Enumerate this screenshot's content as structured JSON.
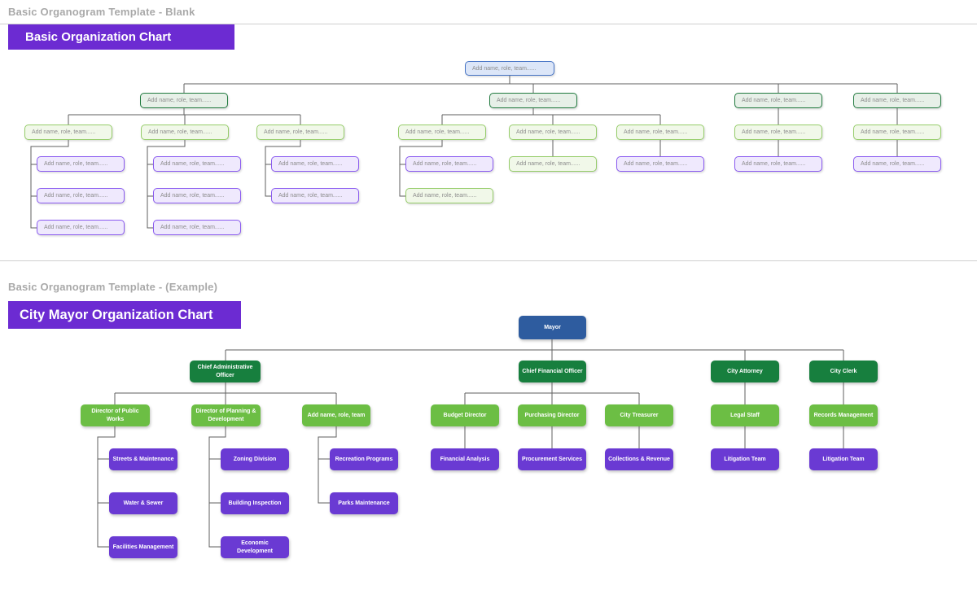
{
  "colors": {
    "banner-purple": "#6c2bd2",
    "title-gray": "#a9a9a9",
    "line-gray": "#cfcfcf",
    "connector": "#5f5f5f",
    "placeholder-text": "#8c8c8c",
    "node-blue-fill": "#dce6f8",
    "node-blue-border": "#4472c4",
    "node-dgreen-fill": "#e7f0e8",
    "node-dgreen-border": "#217a3f",
    "node-lgreen-fill": "#f1f8e9",
    "node-lgreen-border": "#95cc69",
    "node-lpurple-fill": "#efe9fd",
    "node-lpurple-border": "#8a5af0",
    "solid-blue": "#2e5c9f",
    "solid-dgreen": "#177f3e",
    "solid-green": "#6cbe44",
    "solid-purple": "#6a3ad3"
  },
  "blank_section": {
    "title": "Basic Organogram Template - Blank",
    "banner": "Basic Organization Chart",
    "placeholder": "Add name, role, team......"
  },
  "example_section": {
    "title": "Basic Organogram Template - (Example)",
    "banner": "City Mayor Organization Chart",
    "nodes": {
      "mayor": "Mayor",
      "cao": "Chief Administrative Officer",
      "cfo": "Chief Financial Officer",
      "attorney": "City Attorney",
      "clerk": "City Clerk",
      "dpw": "Director of Public Works",
      "dpd": "Director of Planning & Development",
      "add_placeholder": "Add name, role, team",
      "budget": "Budget Director",
      "purchasing": "Purchasing Director",
      "treasurer": "City Treasurer",
      "legal": "Legal Staff",
      "records": "Records Management",
      "streets": "Streets & Maintenance",
      "water": "Water & Sewer",
      "facilities": "Facilities Management",
      "zoning": "Zoning Division",
      "building": "Building Inspection",
      "economic": "Economic Development",
      "recreation": "Recreation Programs",
      "parks": "Parks Maintenance",
      "financial": "Financial Analysis",
      "procurement": "Procurement Services",
      "collections": "Collections & Revenue",
      "litigation_a": "Litigation Team",
      "litigation_b": "Litigation Team"
    }
  }
}
